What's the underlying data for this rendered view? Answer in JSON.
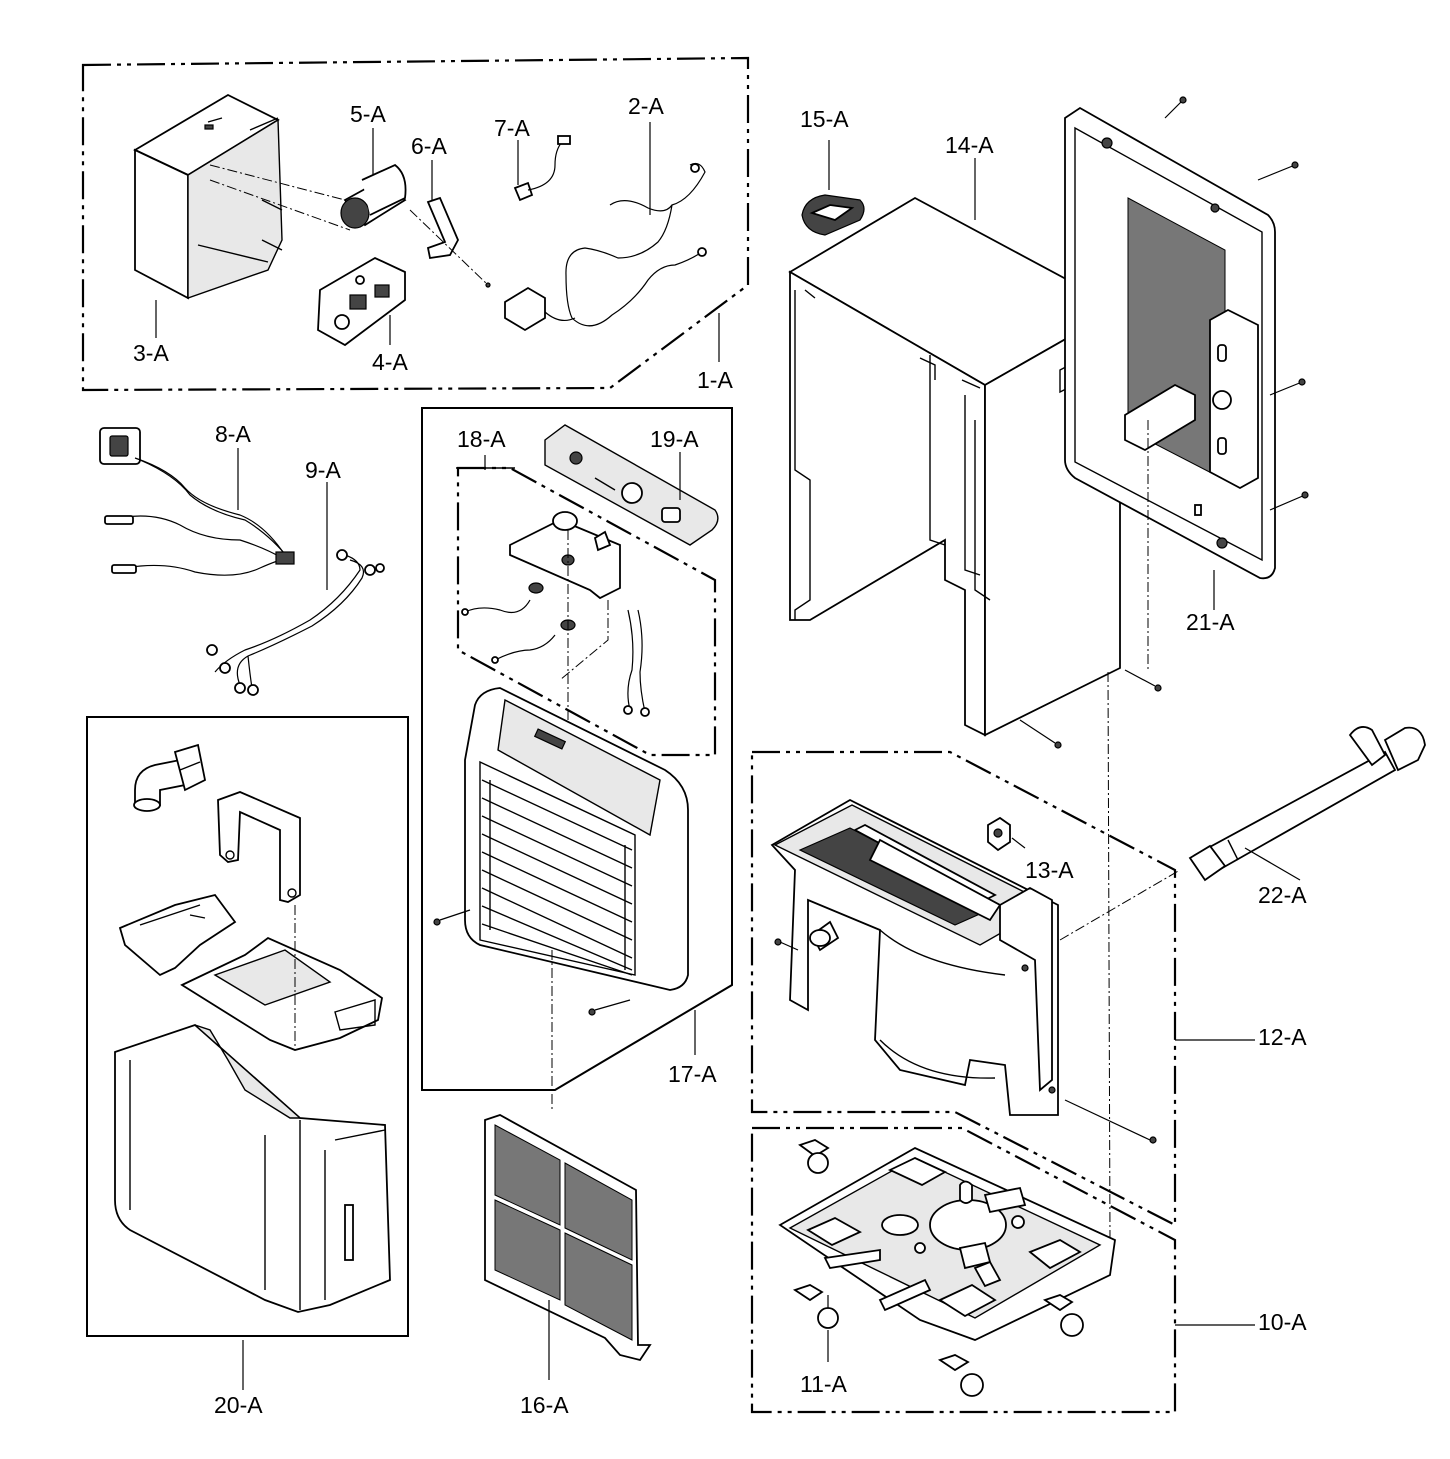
{
  "labels": {
    "p1": "1-A",
    "p2": "2-A",
    "p3": "3-A",
    "p4": "4-A",
    "p5": "5-A",
    "p6": "6-A",
    "p7": "7-A",
    "p8": "8-A",
    "p9": "9-A",
    "p10": "10-A",
    "p11": "11-A",
    "p12": "12-A",
    "p13": "13-A",
    "p14": "14-A",
    "p15": "15-A",
    "p16": "16-A",
    "p17": "17-A",
    "p18": "18-A",
    "p19": "19-A",
    "p20": "20-A",
    "p21": "21-A",
    "p22": "22-A"
  }
}
